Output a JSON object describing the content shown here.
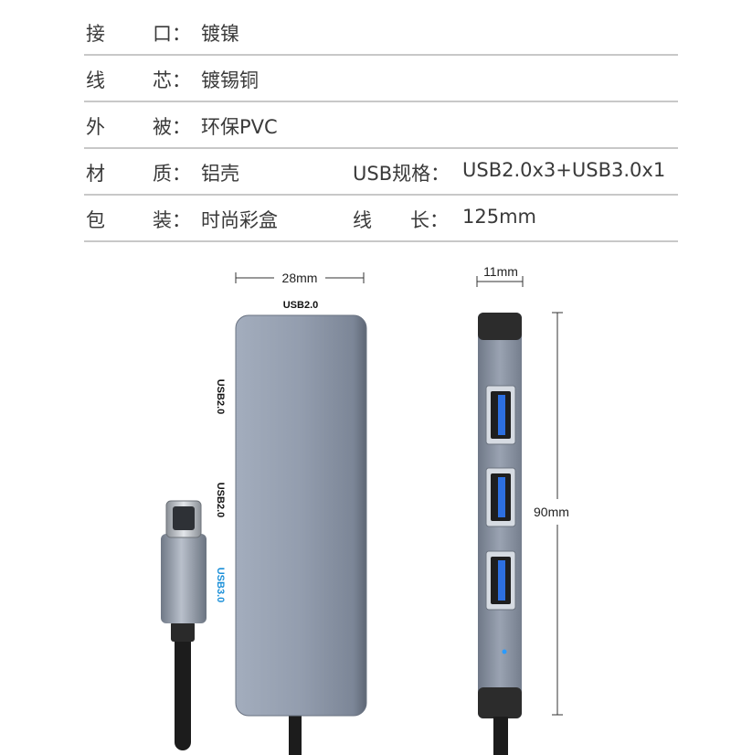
{
  "specs": [
    {
      "label1": "接",
      "label2": "口：",
      "value": "镀镍"
    },
    {
      "label1": "线",
      "label2": "芯：",
      "value": "镀锡铜"
    },
    {
      "label1": "外",
      "label2": "被：",
      "value": "环保PVC"
    },
    {
      "label1": "材",
      "label2": "质：",
      "value": "铝壳",
      "label3": "USB规格：",
      "value2": "USB2.0x3+USB3.0x1"
    },
    {
      "label1": "包",
      "label2": "装：",
      "value": "时尚彩盒",
      "label3": "线　　长：",
      "value2": "125mm"
    }
  ],
  "diagram": {
    "width_label": "28mm",
    "top_port": "USB2.0",
    "side_ports": [
      "USB2.0",
      "USB2.0",
      "USB3.0"
    ],
    "thickness_label": "11mm",
    "length_label": "90mm",
    "colors": {
      "body": "#8e98a8",
      "usb3_label": "#1a8fd8",
      "port_blue": "#2d6fe0",
      "cable": "#1c1c1c"
    }
  }
}
